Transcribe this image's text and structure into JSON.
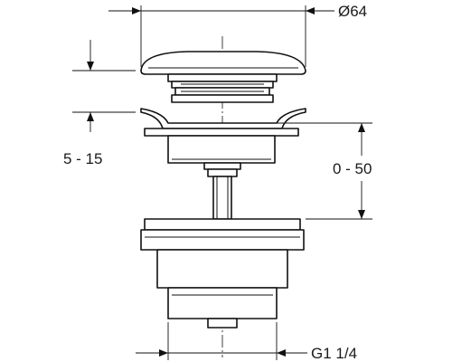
{
  "dimensions": {
    "cap_diameter": "Ø64",
    "stroke_range": "5 - 15",
    "adjustment_range": "0 - 50",
    "thread_size": "G1 1/4"
  }
}
